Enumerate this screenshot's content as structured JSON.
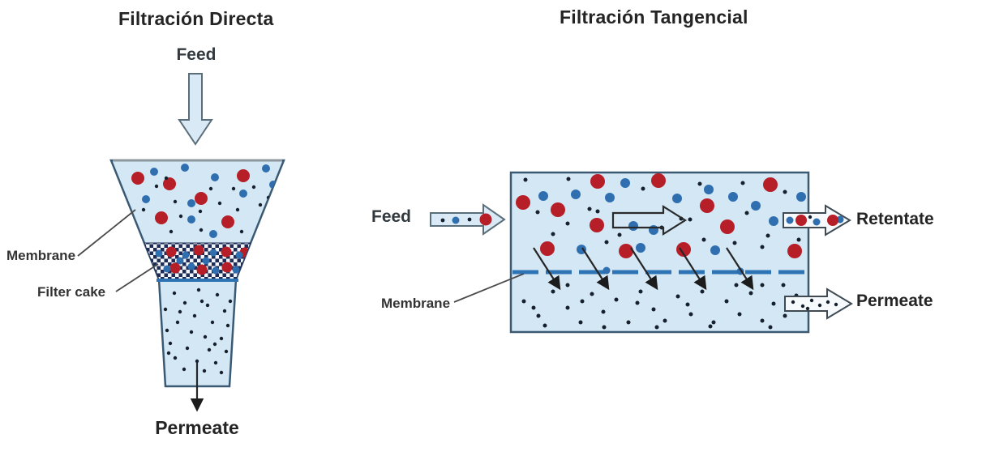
{
  "left_panel": {
    "title": "Filtración Directa",
    "feed_label": "Feed",
    "membrane_label": "Membrane",
    "filter_cake_label": "Filter cake",
    "permeate_label": "Permeate"
  },
  "right_panel": {
    "title": "Filtración Tangencial",
    "feed_label": "Feed",
    "membrane_label": "Membrane",
    "retentate_label": "Retentate",
    "permeate_label": "Permeate"
  },
  "colors": {
    "vessel_fill": "#d4e7f4",
    "vessel_border": "#3a5a74",
    "membrane_blue": "#2e74b5",
    "particle_red": "#b61f27",
    "particle_blue": "#2f6fb0",
    "particle_dark": "#16202c",
    "cake_navy": "#1e2c55",
    "arrow_outline": "#5a6e7a",
    "arrow_fill": "#d9eaf6",
    "text_color": "#242424"
  }
}
